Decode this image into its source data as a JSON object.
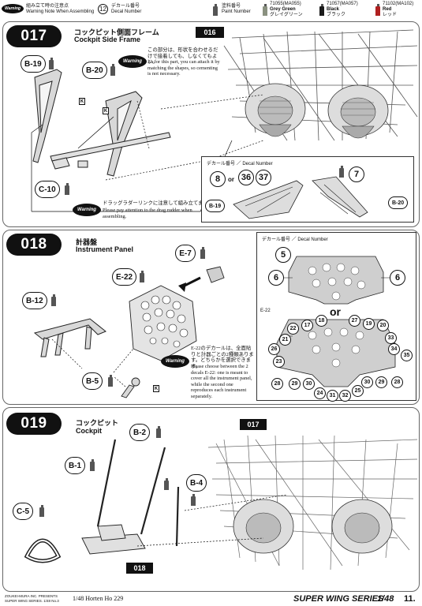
{
  "header": {
    "brand_badge": "Warning",
    "warning_note_jp": "組み立て時の注意点",
    "warning_note_en": "Warning Note When Assembling",
    "decal_circle": "12",
    "decal_jp": "デカール番号",
    "decal_en": "Decal Number",
    "paint_jp": "塗料番号",
    "paint_en": "Paint Number",
    "paints": [
      {
        "code": "71055(MA055)",
        "name_en": "Grey Green",
        "name_jp": "グレイグリーン",
        "color": "#8a9180"
      },
      {
        "code": "71057(MA057)",
        "name_en": "Black",
        "name_jp": "ブラック",
        "color": "#1a1a1a"
      },
      {
        "code": "71102(MA102)",
        "name_en": "Red",
        "name_jp": "レッド",
        "color": "#b02020"
      }
    ]
  },
  "steps": [
    {
      "number": "017",
      "title_jp": "コックピット側面フレーム",
      "title_en": "Cockpit Side Frame",
      "ref": "016",
      "parts": [
        "B-19",
        "B-20",
        "C-10"
      ],
      "warning1": {
        "badge": "Warning",
        "jp": "この部分は、形状を合わせるだけで接着しても、しなくてもよい。",
        "en": "As for this part, you can attach it by matching the shapes, so cementing is not necessary."
      },
      "warning2": {
        "badge": "Warning",
        "jp": "ドラッグラダーリンクに注意して組み立てます。",
        "en": "Please pay attention to the drag rudder when assembling."
      },
      "decal_box": {
        "caption": "デカール番号 ／ Decal Number",
        "nums": [
          "8",
          "36",
          "37",
          "7"
        ],
        "or": "or",
        "parts": [
          "B-19",
          "B-20"
        ]
      }
    },
    {
      "number": "018",
      "title_jp": "計器盤",
      "title_en": "Instrument Panel",
      "parts": [
        "E-7",
        "E-22",
        "B-12",
        "B-5"
      ],
      "warning": {
        "badge": "Warning",
        "jp": "E-22のデカールは、全面貼りと計器ごとの2種類あります。どちらかを選択できます。",
        "en": "Please choose between the 2 decals E-22: one is meant to cover all the instrument panel, while the second one reproduces each instrument separately."
      },
      "decal_box": {
        "caption": "デカール番号 ／ Decal Number",
        "top": [
          "5",
          "6",
          "6"
        ],
        "or": "or",
        "part": "E-22",
        "bottom": [
          "17",
          "18",
          "27",
          "19",
          "20",
          "22",
          "21",
          "33",
          "26",
          "34",
          "35",
          "23",
          "28",
          "29",
          "30",
          "24",
          "31",
          "32",
          "25",
          "30",
          "29",
          "28"
        ]
      }
    },
    {
      "number": "019",
      "title_jp": "コックピット",
      "title_en": "Cockpit",
      "ref_top": "017",
      "ref_bottom": "018",
      "parts": [
        "B-2",
        "B-1",
        "B-4",
        "C-5"
      ]
    }
  ],
  "footer": {
    "publisher": "ZOUKEI-MURA INC. PRESENTS",
    "series_small": "SUPER WING SERIES. 1/48 No.3",
    "model": "1/48  Horten Ho 229",
    "series": "SUPER WING SERIES",
    "scale": "1/48",
    "page": "11."
  }
}
